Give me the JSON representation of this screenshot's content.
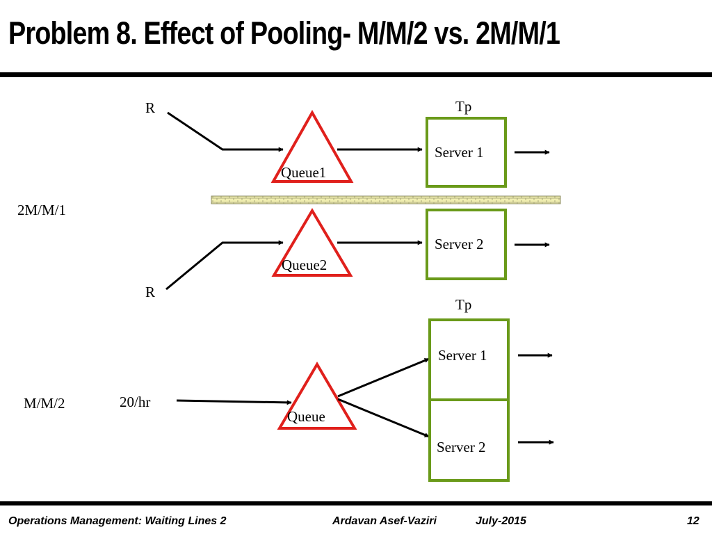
{
  "slide": {
    "title": "Problem 8. Effect of Pooling- M/M/2 vs. 2M/M/1"
  },
  "diagram": {
    "top": {
      "label": "2M/M/1",
      "arrival_label_1": "R",
      "arrival_label_2": "R",
      "service_label": "Tp",
      "queue_1": "Queue1",
      "queue_2": "Queue2",
      "server_1": "Server 1",
      "server_2": "Server 2"
    },
    "bottom": {
      "label": "M/M/2",
      "arrival_rate": "20/hr",
      "service_label": "Tp",
      "queue": "Queue",
      "server_1": "Server 1",
      "server_2": "Server 2"
    },
    "colors": {
      "queue_triangle": "#e0201c",
      "server_box": "#6a9a1a",
      "wall_fill": "#f0eeb0",
      "wall_stroke": "#8a8a60"
    }
  },
  "footer": {
    "course": "Operations Management: Waiting Lines 2",
    "author": "Ardavan Asef-Vaziri",
    "date": "July-2015",
    "page": "12"
  }
}
